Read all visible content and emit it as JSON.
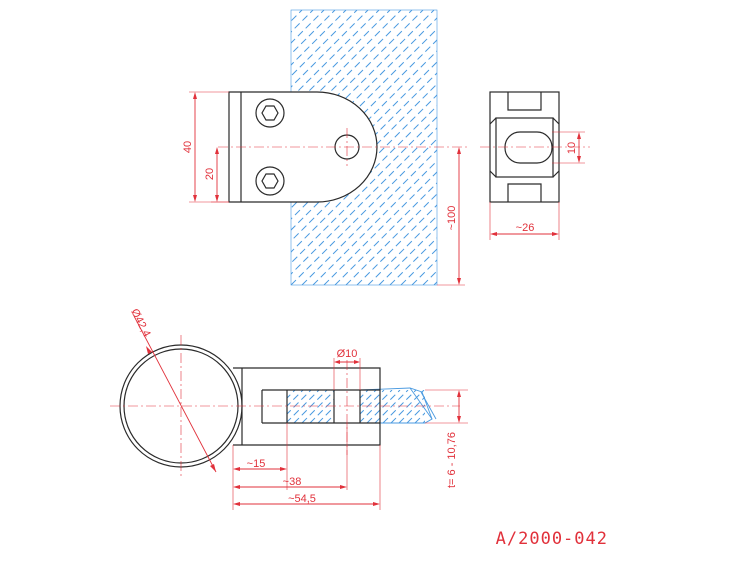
{
  "drawing_code": "A/2000-042",
  "colors": {
    "dimension": "#e1313b",
    "outline": "#2a2a2a",
    "glass_hatch": "#4a9ae0"
  },
  "front_view": {
    "dim_height_total": "40",
    "dim_height_half": "20",
    "dim_glass_height": "~100"
  },
  "side_view": {
    "dim_slot": "10",
    "dim_width": "~26"
  },
  "top_view": {
    "dim_tube_diameter": "Ø42,4",
    "dim_hole_diameter": "Ø10",
    "dim_offset_15": "~15",
    "dim_offset_38": "~38",
    "dim_overall": "~54,5",
    "dim_glass_thickness": "t= 6 - 10,76"
  }
}
